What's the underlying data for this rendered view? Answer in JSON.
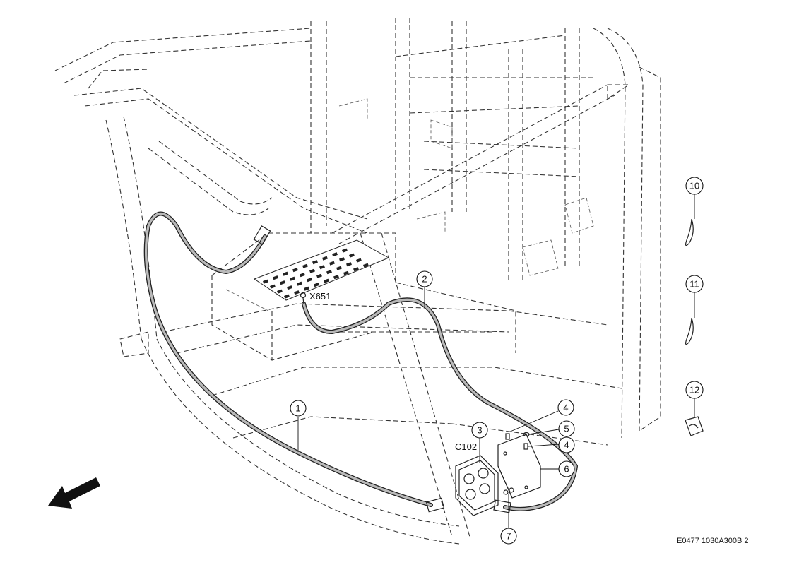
{
  "drawing_code": "E0477 1030A300B 2",
  "connector_labels": {
    "x651": "X651",
    "c102": "C102"
  },
  "callouts": [
    "1",
    "2",
    "3",
    "4",
    "5",
    "4",
    "6",
    "7",
    "10",
    "11",
    "12"
  ]
}
